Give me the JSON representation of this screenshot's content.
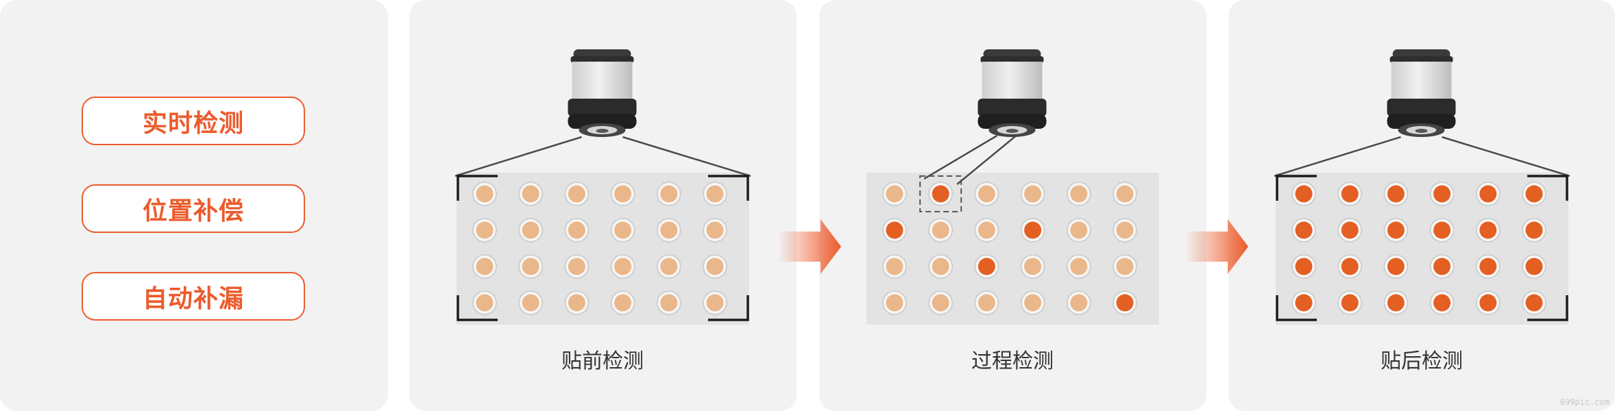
{
  "features": [
    {
      "label": "实时检测"
    },
    {
      "label": "位置补偿"
    },
    {
      "label": "自动补漏"
    }
  ],
  "stages": [
    {
      "label": "贴前检测",
      "view": "full",
      "grid": [
        [
          0,
          0,
          0,
          0,
          0,
          0
        ],
        [
          0,
          0,
          0,
          0,
          0,
          0
        ],
        [
          0,
          0,
          0,
          0,
          0,
          0
        ],
        [
          0,
          0,
          0,
          0,
          0,
          0
        ]
      ]
    },
    {
      "label": "过程检测",
      "view": "focus",
      "grid": [
        [
          0,
          1,
          0,
          0,
          0,
          0
        ],
        [
          1,
          0,
          0,
          1,
          0,
          0
        ],
        [
          0,
          0,
          1,
          0,
          0,
          0
        ],
        [
          0,
          0,
          0,
          0,
          0,
          1
        ]
      ]
    },
    {
      "label": "贴后检测",
      "view": "full",
      "grid": [
        [
          1,
          1,
          1,
          1,
          1,
          1
        ],
        [
          1,
          1,
          1,
          1,
          1,
          1
        ],
        [
          1,
          1,
          1,
          1,
          1,
          1
        ],
        [
          1,
          1,
          1,
          1,
          1,
          1
        ]
      ]
    }
  ],
  "colors": {
    "accent": "#ec5b2c",
    "unplaced_fill": "#eab78a",
    "placed_fill": "#e45f22",
    "tray": "#e3e3e3",
    "panel": "#f2f2f2"
  },
  "icons": {
    "camera": "camera-icon",
    "arrow": "right-arrow-icon"
  },
  "watermark": "699pic.com"
}
